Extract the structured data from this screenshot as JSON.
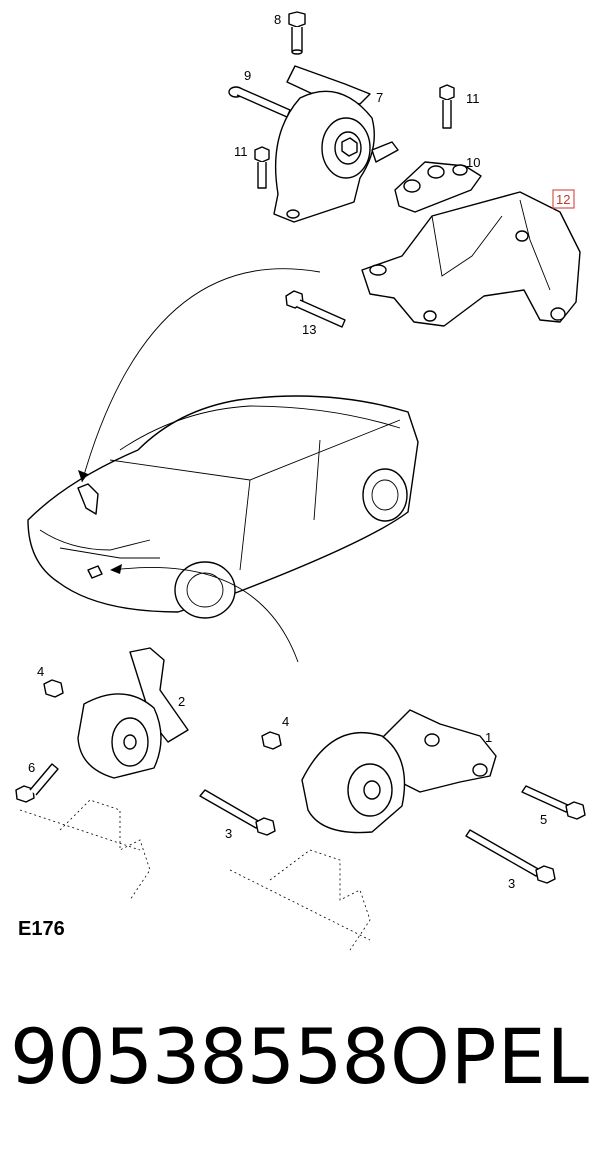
{
  "callouts": {
    "c1": "1",
    "c2": "2",
    "c3a": "3",
    "c3b": "3",
    "c4a": "4",
    "c4b": "4",
    "c5": "5",
    "c6": "6",
    "c7": "7",
    "c8": "8",
    "c9": "9",
    "c10": "10",
    "c11a": "11",
    "c11b": "11",
    "c12": "12",
    "c13": "13"
  },
  "highlight_color": "#d9534f",
  "diagram_code": "E176",
  "part_number": "90538558",
  "brand": "OPEL"
}
